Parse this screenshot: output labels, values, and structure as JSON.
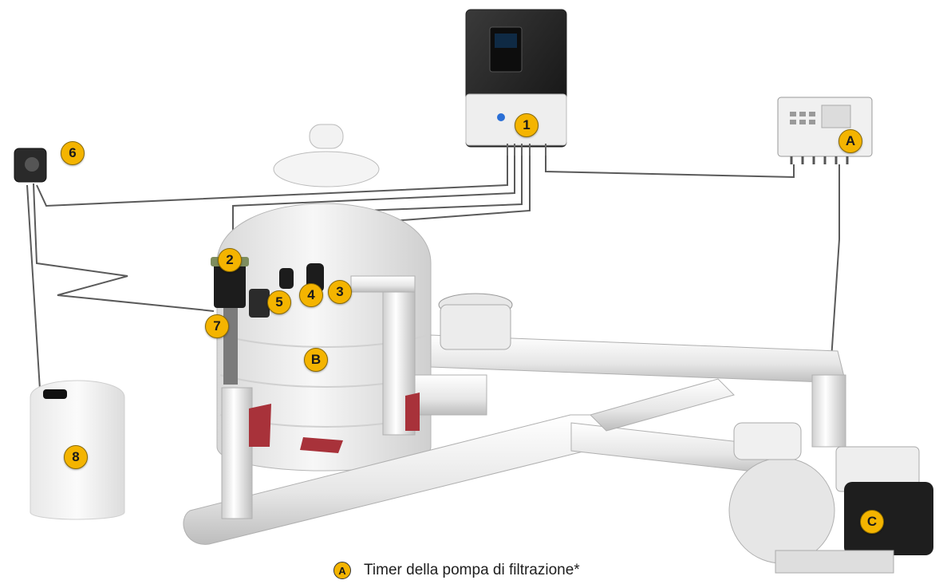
{
  "badge_color": "#f4b400",
  "components": [
    {
      "label": "1",
      "name": "controller-unit"
    },
    {
      "label": "2",
      "name": "probe-2"
    },
    {
      "label": "3",
      "name": "probe-3"
    },
    {
      "label": "4",
      "name": "probe-4"
    },
    {
      "label": "5",
      "name": "probe-5"
    },
    {
      "label": "6",
      "name": "dosing-pump"
    },
    {
      "label": "7",
      "name": "injection-point"
    },
    {
      "label": "8",
      "name": "chemical-tank"
    },
    {
      "label": "A",
      "name": "filtration-pump-timer"
    },
    {
      "label": "B",
      "name": "sand-filter"
    },
    {
      "label": "C",
      "name": "filtration-pump"
    }
  ],
  "legend": [
    {
      "badge": "A",
      "text": "Timer della pompa di filtrazione*"
    }
  ]
}
